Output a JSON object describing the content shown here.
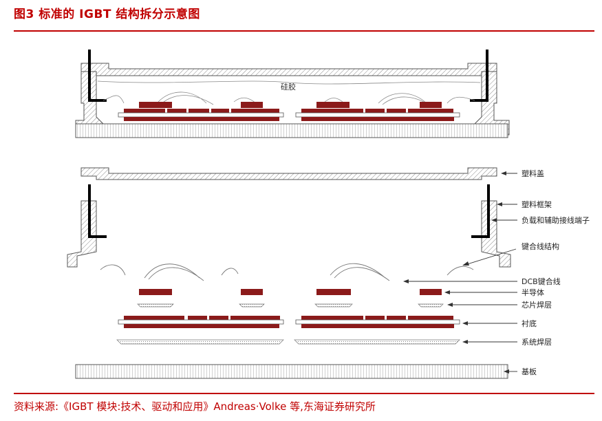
{
  "figure": {
    "title": "图3 标准的 IGBT 结构拆分示意图",
    "source": "资料来源:《IGBT 模块:技术、驱动和应用》Andreas·Volke 等,东海证券研究所"
  },
  "assembled": {
    "gel_label": "硅胶"
  },
  "callouts": [
    "塑料盖",
    "塑料框架",
    "负载和辅助接线端子",
    "键合线结构",
    "DCB键合线",
    "半导体",
    "芯片焊层",
    "衬底",
    "系统焊层",
    "基板"
  ],
  "colors": {
    "accent": "#c00000",
    "copper": "#8b1a1a",
    "outline": "#555555",
    "terminal": "#000000"
  }
}
